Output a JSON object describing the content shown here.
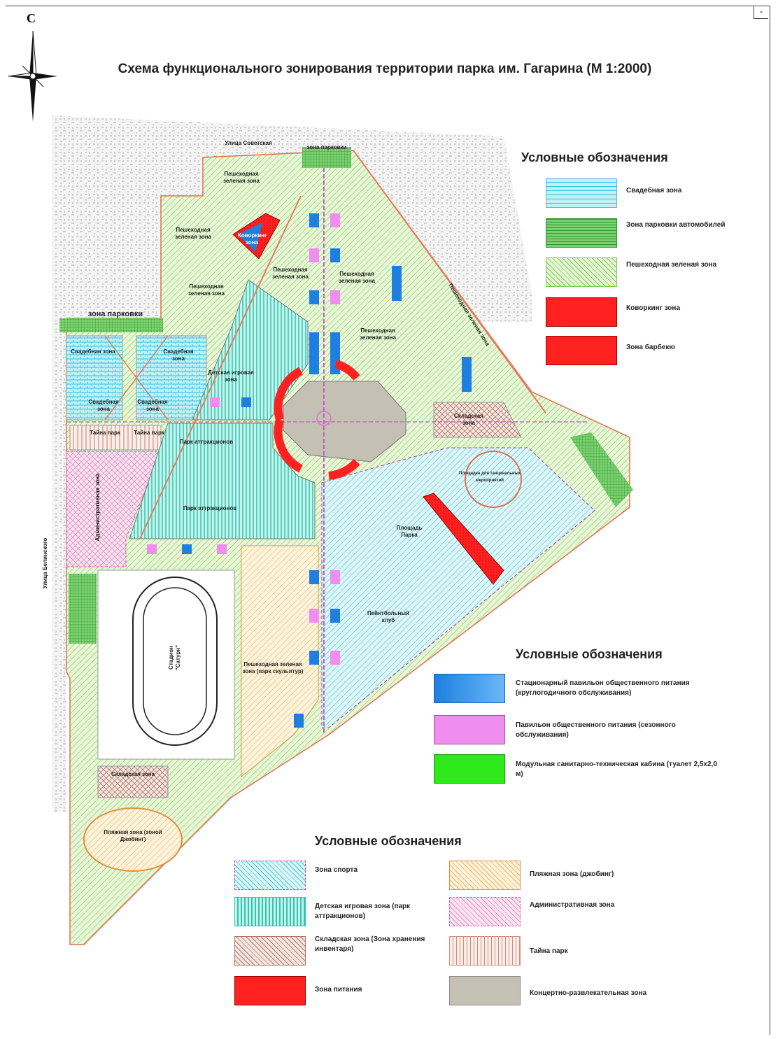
{
  "title": "Схема функционального зонирования территории парка им. Гагарина (М 1:2000)",
  "north_label": "С",
  "corner_mark": "-",
  "map_labels": {
    "street_top": "Улица Советская",
    "parking_top": "зона парковки",
    "parking_left": "зона парковки",
    "green_1": "Пешеходная зеленая зона",
    "green_2": "Пешеходная зеленая зона",
    "green_3": "Пешеходная зеленая зона",
    "green_4": "Пешеходная зеленая зона",
    "green_5": "Пешеходная зеленая зона",
    "green_6": "Пешеходная зеленая зона",
    "green_diag": "Пешеходная зеленая зона",
    "coworking": "Коворкинг зона",
    "wedding_1": "Свадебная зона",
    "wedding_2": "Свадебная зона",
    "wedding_3": "Свадебная зона",
    "wedding_4": "Свадебная зона",
    "kids_zone": "Детская игровая зона",
    "park_attr_1": "Парк аттракционов",
    "park_attr_2": "Парк аттракционов",
    "secret_1": "Тайна парк",
    "secret_2": "Тайна парк",
    "admin": "Административная зона",
    "storage": "Складская зона",
    "square": "Площадь Парка",
    "paintball": "Пейнтбольный клуб",
    "sculpt": "Пешеходная зеленая зона (парк скульптур)",
    "stadium": "Стадион \"Сатурн\"",
    "beach": "Пляжная зона (зоной Джобинг)",
    "storage_2": "Складская зона",
    "street_left": "Улица Белинского",
    "dance": "Площадка для танцевальных мероприятий"
  },
  "legend_top": {
    "title": "Условные обозначения",
    "items": [
      {
        "label": "Свадебная зона",
        "color": "#3fd0e0",
        "pattern": "brick"
      },
      {
        "label": "Зона парковки автомобилей",
        "color": "#3cb043",
        "pattern": "grid"
      },
      {
        "label": "Пешеходная зеленая зона",
        "color": "#c4e8a0",
        "pattern": "hatch"
      },
      {
        "label": "Коворкинг зона",
        "color": "#ff1a1a",
        "pattern": "dots"
      },
      {
        "label": "Зона барбекю",
        "color": "#ff1a1a",
        "pattern": "dots"
      }
    ]
  },
  "legend_mid": {
    "title": "Условные обозначения",
    "items": [
      {
        "label": "Стационарный павильон общественного питания (круглогодичного обслуживания)",
        "color": "#1e7fe0"
      },
      {
        "label": "Павильон общественного питания (сезонного обслуживания)",
        "color": "#f08ef0"
      },
      {
        "label": "Модульная санитарно-техническая кабина (туалет 2,5х2,0 м)",
        "color": "#2eea1a"
      }
    ]
  },
  "legend_bottom": {
    "title": "Условные обозначения",
    "items": [
      {
        "label": "Зона спорта",
        "color": "#9ee0e8",
        "pattern": "hatch"
      },
      {
        "label": "Детская игровая зона (парк аттракционов)",
        "color": "#3fd8c0",
        "pattern": "vlines"
      },
      {
        "label": "Складская зона (Зона хранения инвентаря)",
        "color": "#c08880",
        "pattern": "cross"
      },
      {
        "label": "Зона питания",
        "color": "#ff1a1a",
        "pattern": "dots"
      },
      {
        "label": "Пляжная зона (джобинг)",
        "color": "#f0c070",
        "pattern": "hatch"
      },
      {
        "label": "Административная зона",
        "color": "#f0a0d0",
        "pattern": "cross"
      },
      {
        "label": "Тайна парк",
        "color": "#e0a090",
        "pattern": "vlines"
      },
      {
        "label": "Концертно-развлекательная зона",
        "color": "#c4c0b4",
        "pattern": "solid"
      }
    ]
  }
}
